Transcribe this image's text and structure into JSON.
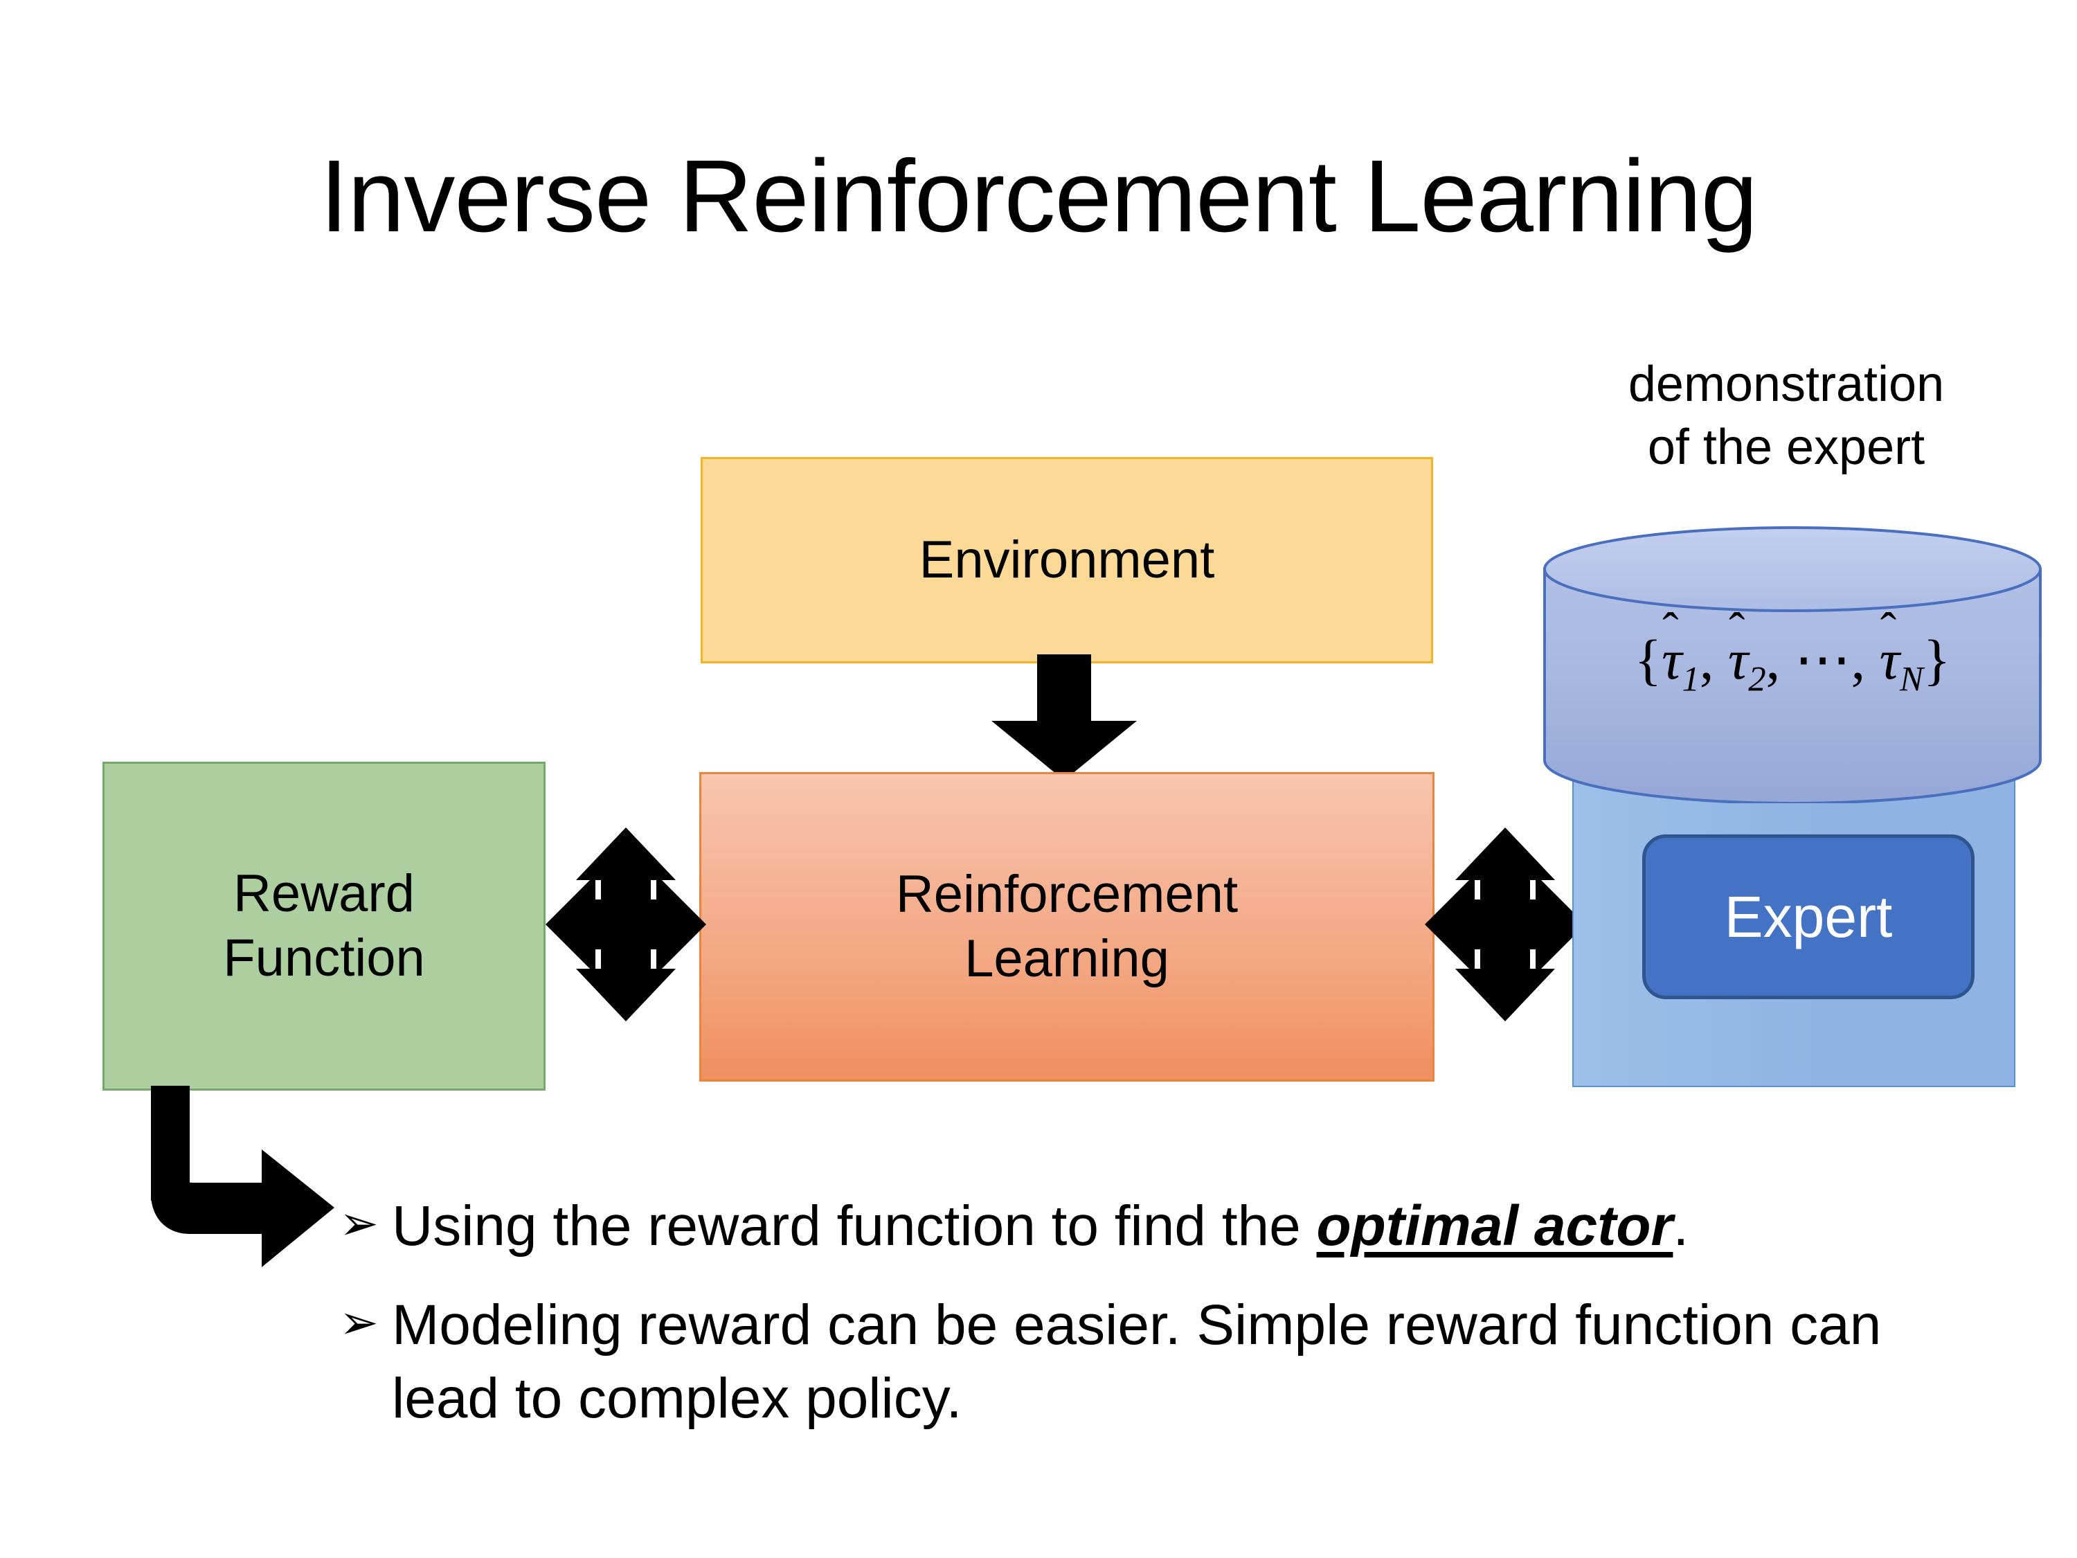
{
  "slide": {
    "title": "Inverse Reinforcement Learning",
    "background_color": "#FFFFFF"
  },
  "diagram": {
    "environment_box": {
      "label": "Environment",
      "fill_color": "#FCD996",
      "border_color": "#F0B429"
    },
    "reinforcement_learning_box": {
      "label_line1": "Reinforcement",
      "label_line2": "Learning",
      "fill_color_top": "#F6BCA2",
      "fill_color_bottom": "#EF8F5E",
      "border_color": "#E8853F"
    },
    "reward_function_box": {
      "label_line1": "Reward",
      "label_line2": "Function",
      "fill_color": "#ADCF9F",
      "border_color": "#76A96A"
    },
    "expert_group": {
      "caption_line1": "demonstration",
      "caption_line2": "of the expert",
      "cylinder": {
        "formula_open": "{",
        "tau1": "τ",
        "tau1_sub": "1",
        "comma1": ",",
        "tau2": "τ",
        "tau2_sub": "2",
        "comma2": ",",
        "dots": "⋯",
        "comma3": ",",
        "tauN": "τ",
        "tauN_sub": "N",
        "formula_close": "}",
        "hat": "ˆ",
        "fill_color": "#A8B8E0",
        "top_fill_color": "#B6C4E8",
        "border_color": "#4A6FBF"
      },
      "panel": {
        "fill_color": "#8FB4E3",
        "border_color": "#5B8FD4"
      },
      "expert_box": {
        "label": "Expert",
        "fill_color": "#4472C4",
        "border_color": "#2F558F",
        "text_color": "#FFFFFF"
      }
    },
    "connectors": [
      {
        "name": "environment-to-rl",
        "kind": "down-arrow",
        "color": "#000000"
      },
      {
        "name": "reward-to-rl",
        "kind": "bidirectional-quad-arrow",
        "color": "#000000"
      },
      {
        "name": "rl-to-expert",
        "kind": "bidirectional-quad-arrow",
        "color": "#000000"
      },
      {
        "name": "reward-to-bullet",
        "kind": "elbow-arrow",
        "color": "#000000"
      }
    ]
  },
  "bullets": {
    "marker": "➢",
    "items": [
      {
        "prefix": "Using the reward function to find the ",
        "emphasis": "optimal actor",
        "suffix": "."
      },
      {
        "prefix": "Modeling reward can be easier. Simple reward function can lead to complex policy.",
        "emphasis": "",
        "suffix": ""
      }
    ]
  }
}
